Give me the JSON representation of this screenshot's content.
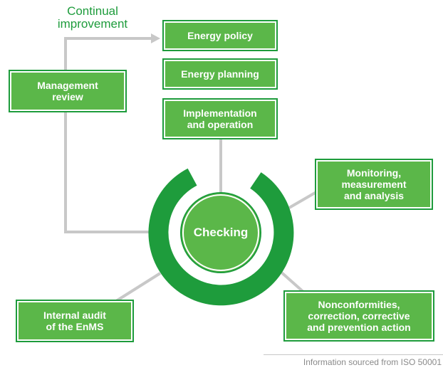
{
  "continual_improvement": "Continual\nimprovement",
  "boxes": {
    "energy_policy": "Energy policy",
    "energy_planning": "Energy planning",
    "implementation": "Implementation\nand operation",
    "management_review": "Management\nreview",
    "monitoring": "Monitoring,\nmeasurement\nand analysis",
    "nonconformities": "Nonconformities,\ncorrection, corrective\nand prevention action",
    "internal_audit": "Internal audit\nof the EnMS"
  },
  "center": "Checking",
  "source": "Information sourced from ISO 50001",
  "colors": {
    "green_dark": "#1e9c3c",
    "green_light": "#5bb749",
    "connector": "#c8c8c8"
  }
}
